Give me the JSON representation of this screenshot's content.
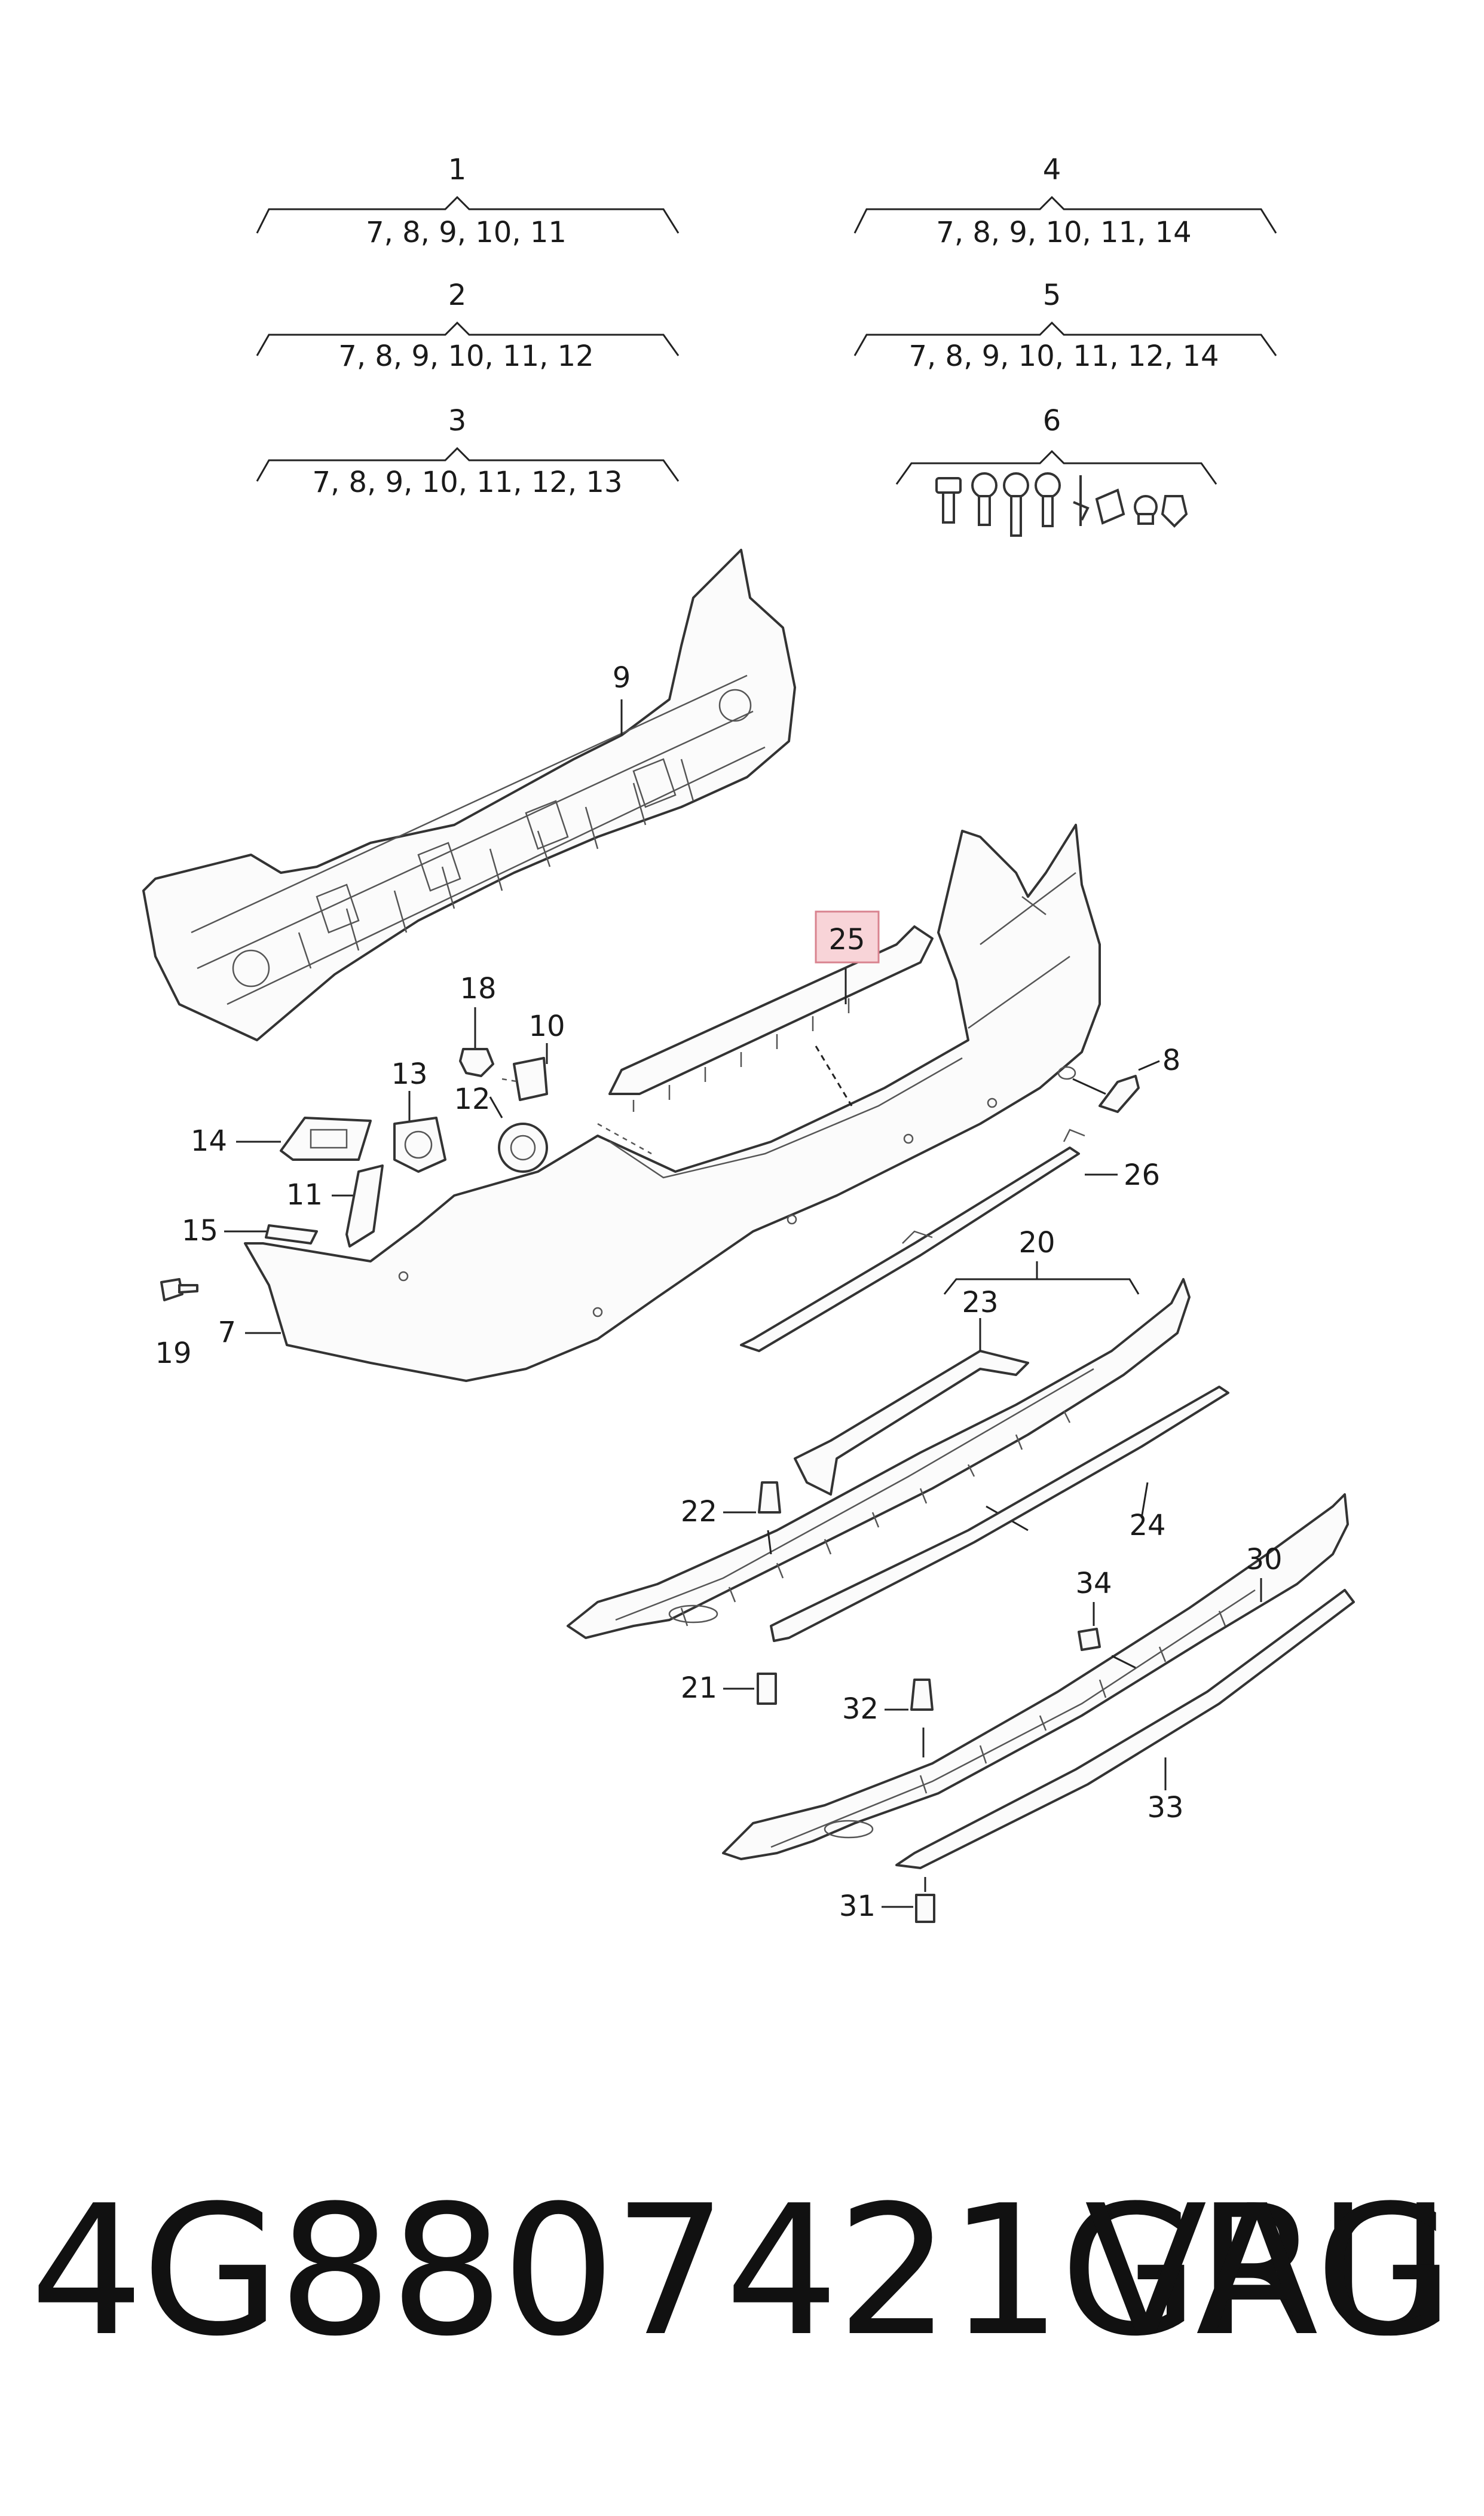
{
  "groups": [
    {
      "num": "1",
      "items": "7, 8, 9, 10, 11"
    },
    {
      "num": "2",
      "items": "7, 8, 9, 10, 11, 12"
    },
    {
      "num": "3",
      "items": "7, 8, 9, 10, 11, 12, 13"
    },
    {
      "num": "4",
      "items": "7, 8, 9, 10, 11, 14"
    },
    {
      "num": "5",
      "items": "7, 8, 9, 10, 11, 12, 14"
    },
    {
      "num": "6",
      "items": ""
    }
  ],
  "callouts": {
    "p7": "7",
    "p8": "8",
    "p9": "9",
    "p10": "10",
    "p11": "11",
    "p12": "12",
    "p13": "13",
    "p14": "14",
    "p15": "15",
    "p18": "18",
    "p19": "19",
    "p20": "20",
    "p21": "21",
    "p22": "22",
    "p23": "23",
    "p24": "24",
    "p25": "25",
    "p26": "26",
    "p30": "30",
    "p31": "31",
    "p32": "32",
    "p33": "33",
    "p34": "34"
  },
  "highlight_color": "#f8d4d8",
  "footer": {
    "part_number": "4G8807421GRU",
    "brand": "VAG"
  }
}
